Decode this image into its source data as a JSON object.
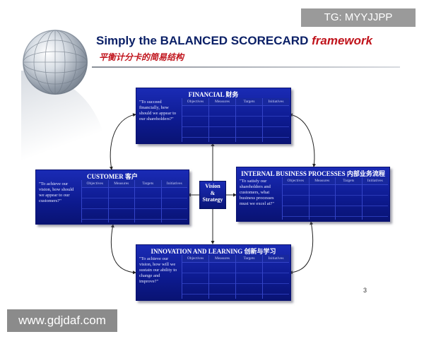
{
  "slide": {
    "title_main": "Simply the BALANCED SCORECARD ",
    "title_accent": "framework",
    "subtitle": "平衡计分卡的简易结构",
    "page_number": "3"
  },
  "center": {
    "line1": "Vision",
    "line2": "&",
    "line3": "Strategy"
  },
  "columns": [
    "Objectives",
    "Measures",
    "Targets",
    "Initiatives"
  ],
  "boxes": {
    "financial": {
      "title": "FINANCIAL 财务",
      "quote": "\"To succeed financially, how should we appear to our shareholders?\""
    },
    "customer": {
      "title": "CUSTOMER 客户",
      "quote": "\"To achieve our vision, how should we appear to our customers?\""
    },
    "internal": {
      "title": "INTERNAL BUSINESS PROCESSES 内部业务流程",
      "quote": "\"To satisfy our shareholders and customers, what business processes must we excel at?\""
    },
    "learning": {
      "title": "INNOVATION AND LEARNING 创新与学习",
      "quote": "\"To achieve our vision, how will we sustain our ability to change and improve?\""
    }
  },
  "watermarks": {
    "top": "TG: MYYJJPP",
    "bottom": "www.gdjdaf.com"
  },
  "colors": {
    "box_blue": "#0d1a8f",
    "title_navy": "#0a1f66",
    "accent_red": "#c0141c"
  }
}
